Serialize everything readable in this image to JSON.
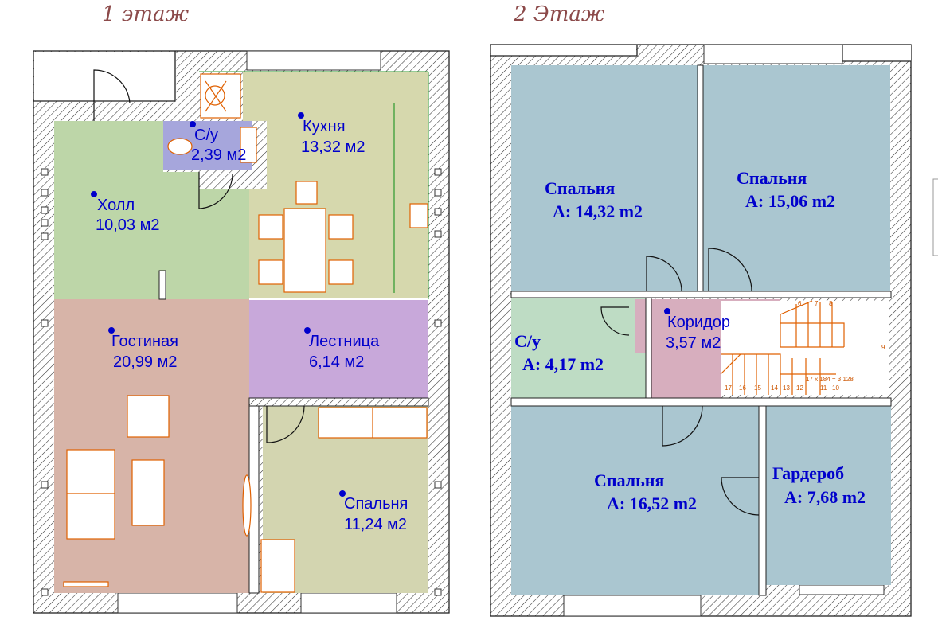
{
  "floors": [
    {
      "title": "1 этаж",
      "rooms": [
        {
          "name": "Холл",
          "area": "10,03 м2"
        },
        {
          "name": "С/у",
          "area": "2,39 м2"
        },
        {
          "name": "Кухня",
          "area": "13,32 м2"
        },
        {
          "name": "Гостиная",
          "area": "20,99 м2"
        },
        {
          "name": "Лестница",
          "area": "6,14 м2"
        },
        {
          "name": "Спальня",
          "area": "11,24 м2"
        }
      ]
    },
    {
      "title": "2 Этаж",
      "rooms": [
        {
          "name": "Спальня",
          "area": "A: 14,32 m2"
        },
        {
          "name": "Спальня",
          "area": "A: 15,06 m2"
        },
        {
          "name": "С/у",
          "area": "A: 4,17 m2"
        },
        {
          "name": "Коридор",
          "area": "3,57 м2"
        },
        {
          "name": "Спальня",
          "area": "A: 16,52 m2"
        },
        {
          "name": "Гардероб",
          "area": "A: 7,68 m2"
        }
      ],
      "stair_numbers": [
        "6",
        "7",
        "8",
        "9",
        "10",
        "11",
        "12",
        "13",
        "14",
        "15",
        "16",
        "17"
      ],
      "stair_note": "17 x 184 = 3 128"
    }
  ],
  "colors": {
    "hall": "#bdd6a8",
    "wc": "#a6a6dc",
    "kitchen": "#d6d8ad",
    "living": "#d7b4a8",
    "stairs": "#c8a8da",
    "bedroom1": "#d3d5b0",
    "bedroom2": "#aac6d0",
    "wc2": "#bedcc4",
    "corridor": "#d7aebe",
    "title": "#8c4a4a",
    "label": "#0000cc"
  }
}
